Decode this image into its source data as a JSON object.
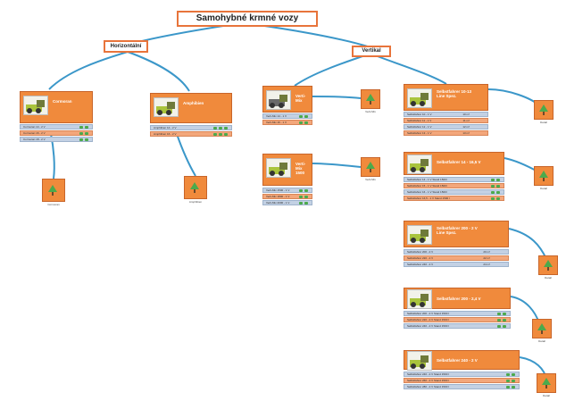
{
  "colors": {
    "link": "#3b97c9",
    "node": "#f08a3c",
    "row_blue": "#c3d1e4",
    "row_orange": "#f3a77b",
    "accent_border": "#e8743b"
  },
  "title": "Samohybné krmné vozy",
  "branches": {
    "left": "Horizontální",
    "right": "Vertikal"
  },
  "nodes": {
    "n1": {
      "title": "Cormoran",
      "rows": [
        "Cormoran 14 - 2 V",
        "Cormoran 16 - 2 V",
        "Cormoran 18 - 2 V"
      ]
    },
    "n2": {
      "title": "Amphibien",
      "rows": [
        "Amphibien 14 - 2 V",
        "Amphibien 16 - 2 V"
      ]
    },
    "n3": {
      "title": "Verti-Mix",
      "rows": [
        "Verti-Mix 14 - 1 V",
        "Verti-Mix 16 - 1 V"
      ]
    },
    "n4": {
      "title": "Verti-Mix 1500",
      "rows": [
        "Verti-Mix 1500 - 1 V",
        "Verti-Mix 1800 - 1 V",
        "Verti-Mix 2000 - 1 V"
      ]
    },
    "n5": {
      "title": "Selbstfahrer 10-13\nLine Spez.",
      "rows": [
        "Selbstfahrer 10 - 1 V",
        "Selbstfahrer 11 - 1 V",
        "Selbstfahrer 12 - 1 V",
        "Selbstfahrer 13 - 1 V"
      ],
      "vals": [
        "10 m³",
        "11 m³",
        "12 m³",
        "13 m³"
      ]
    },
    "n6": {
      "title": "Selbstfahrer 14 - 16,5 V",
      "rows": [
        "Selbstfahrer 14 - 1 V Stand 1500 l",
        "Selbstfahrer 15 - 1 V Stand 1500 l",
        "Selbstfahrer 16 - 1 V Stand 1500 l",
        "Selbstfahrer 16,5 - 1 V Stand 1500 l"
      ]
    },
    "n7": {
      "title": "Selbstfahrer 200 - 2 V\nLine Spez.",
      "rows": [
        "Selbstfahrer 200 - 2 V",
        "Selbstfahrer 220 - 2 V",
        "Selbstfahrer 240 - 2 V"
      ],
      "vals": [
        "20 m³",
        "22 m³",
        "24 m³"
      ]
    },
    "n8": {
      "title": "Selbstfahrer 200 - 2,4 V",
      "rows": [
        "Selbstfahrer 200 - 2 V Stand 1500 l",
        "Selbstfahrer 220 - 2 V Stand 1500 l",
        "Selbstfahrer 240 - 2 V Stand 1500 l"
      ]
    },
    "n9": {
      "title": "Selbstfahrer 240 - 2 V",
      "rows": [
        "Selbstfahrer 240 - 2 V Stand 1500 l",
        "Selbstfahrer 260 - 2 V Stand 1500 l",
        "Selbstfahrer 280 - 2 V Stand 1500 l"
      ]
    }
  },
  "leaves": {
    "l1": "Cormoran",
    "l2": "Amphibien",
    "l3": "Verti-Mix",
    "l4": "Verti-Mix",
    "l5": "Detail",
    "l6": "Detail",
    "l7": "Detail",
    "l8": "Detail",
    "l9": "Detail"
  }
}
